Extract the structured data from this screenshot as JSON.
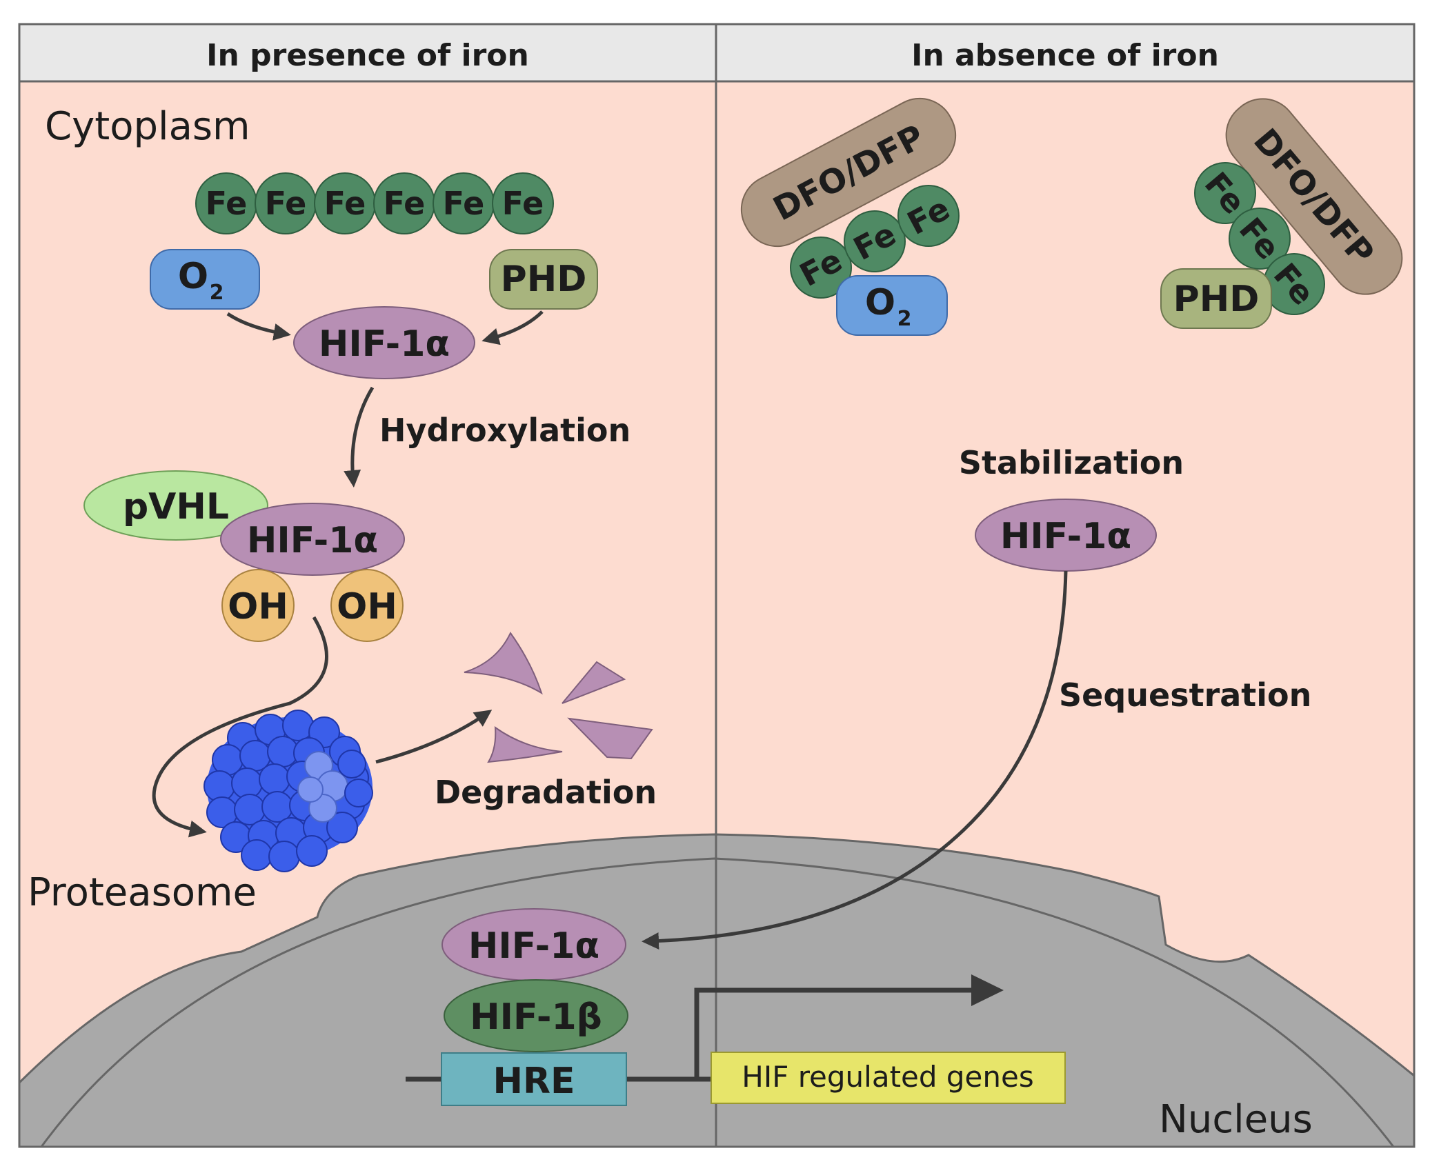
{
  "headers": {
    "left": "In presence of iron",
    "right": "In absence of iron"
  },
  "labels": {
    "cytoplasm": "Cytoplasm",
    "proteasome": "Proteasome",
    "nucleus": "Nucleus",
    "hydroxylation": "Hydroxylation",
    "degradation": "Degradation",
    "stabilization": "Stabilization",
    "sequestration": "Sequestration"
  },
  "molecules": {
    "fe": "Fe",
    "o2_main": "O",
    "o2_sub": "2",
    "phd": "PHD",
    "hif1a": "HIF-1α",
    "hif1b": "HIF-1β",
    "pvhl": "pVHL",
    "oh": "OH",
    "hre": "HRE",
    "dfo_dfp": "DFO/DFP"
  },
  "genes_label": "HIF regulated genes",
  "colors": {
    "cytoplasm_bg": "#fddcd0",
    "header_bg": "#e8e8e8",
    "fe": "#4f8a64",
    "o2": "#6b9fde",
    "phd": "#a8b47e",
    "hif1a": "#b78fb4",
    "hif1b": "#5e8f62",
    "pvhl": "#b9e7a0",
    "oh": "#efc27a",
    "hre": "#6eb4bf",
    "dfo": "#ae9883",
    "proteasome": "#3b5eea",
    "nucleus": "#a9a9a9",
    "genes_box": "#e7e56a"
  }
}
